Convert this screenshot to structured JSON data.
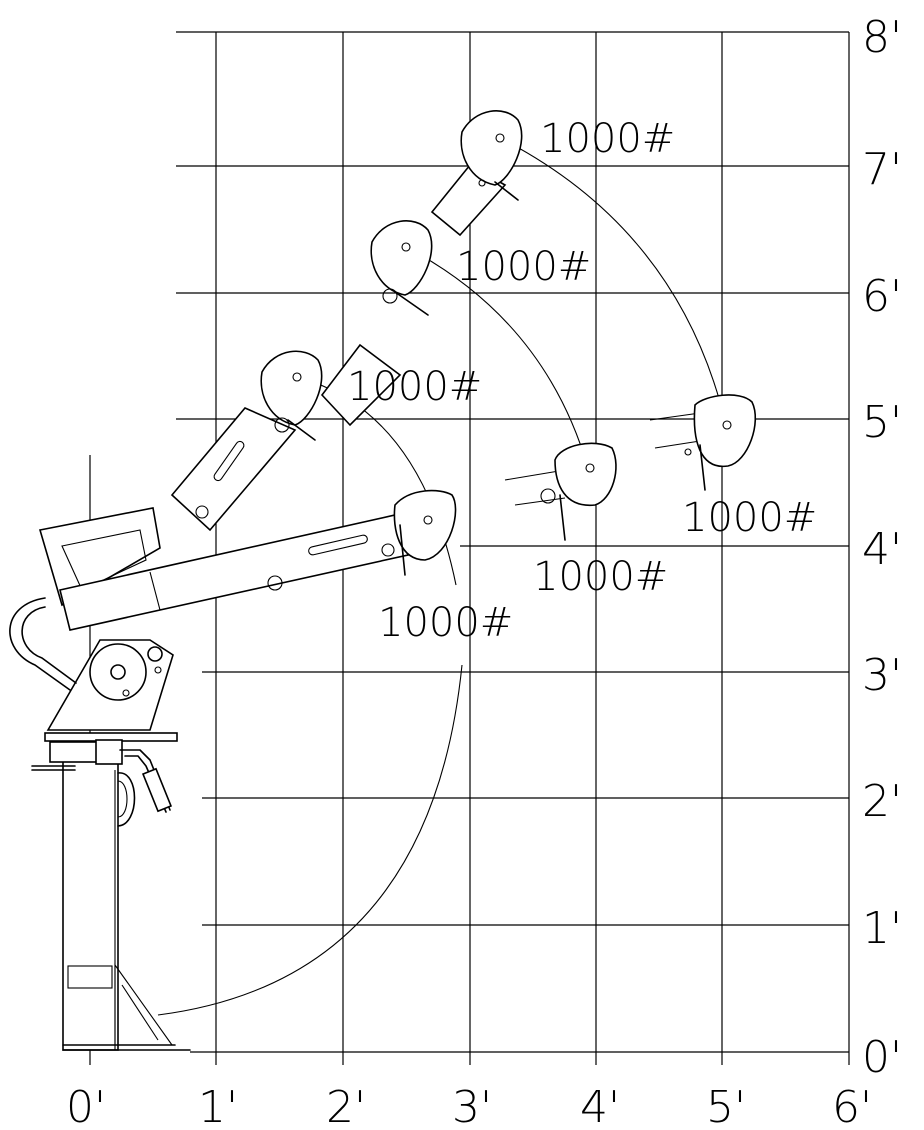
{
  "diagram": {
    "x_axis_labels": [
      "0'",
      "1'",
      "2'",
      "3'",
      "4'",
      "5'",
      "6'"
    ],
    "y_axis_labels": [
      "0'",
      "1'",
      "2'",
      "3'",
      "4'",
      "5'",
      "6'",
      "7'",
      "8'"
    ],
    "load_labels": [
      "1000#",
      "1000#",
      "1000#",
      "1000#",
      "1000#",
      "1000#"
    ]
  }
}
